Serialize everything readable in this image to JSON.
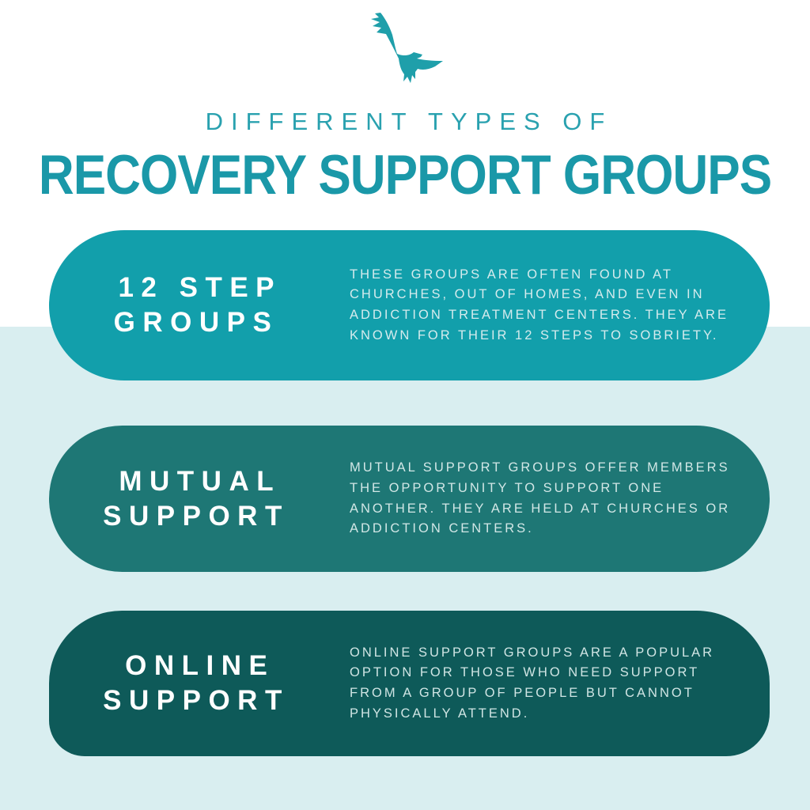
{
  "page": {
    "background_top_color": "#ffffff",
    "background_bottom_color": "#d9eef0"
  },
  "header": {
    "logo_icon": "eagle-silhouette-icon",
    "logo_color": "#1f9faa",
    "subtitle": "DIFFERENT TYPES OF",
    "subtitle_color": "#29a1af",
    "title": "RECOVERY SUPPORT GROUPS",
    "title_color": "#1a98a8"
  },
  "cards": [
    {
      "heading": "12 STEP\nGROUPS",
      "body": "THESE GROUPS ARE OFTEN FOUND AT\nCHURCHES, OUT OF HOMES, AND EVEN IN\nADDICTION TREATMENT CENTERS. THEY ARE\nKNOWN FOR THEIR 12 STEPS TO SOBRIETY.",
      "bg_color": "#129fab",
      "heading_color": "#ffffff",
      "body_color": "#d5ebed"
    },
    {
      "heading": "MUTUAL\nSUPPORT",
      "body": "MUTUAL SUPPORT GROUPS OFFER MEMBERS\nTHE OPPORTUNITY TO SUPPORT ONE\nANOTHER. THEY ARE HELD AT CHURCHES OR\nADDICTION CENTERS.",
      "bg_color": "#1e7775",
      "heading_color": "#ffffff",
      "body_color": "#d2e7e6"
    },
    {
      "heading": "ONLINE\nSUPPORT",
      "body": "ONLINE SUPPORT GROUPS ARE A POPULAR\nOPTION FOR THOSE WHO NEED SUPPORT\nFROM A GROUP OF PEOPLE BUT CANNOT\nPHYSICALLY ATTEND.",
      "bg_color": "#0e5a59",
      "heading_color": "#ffffff",
      "body_color": "#d0e5e4"
    }
  ]
}
